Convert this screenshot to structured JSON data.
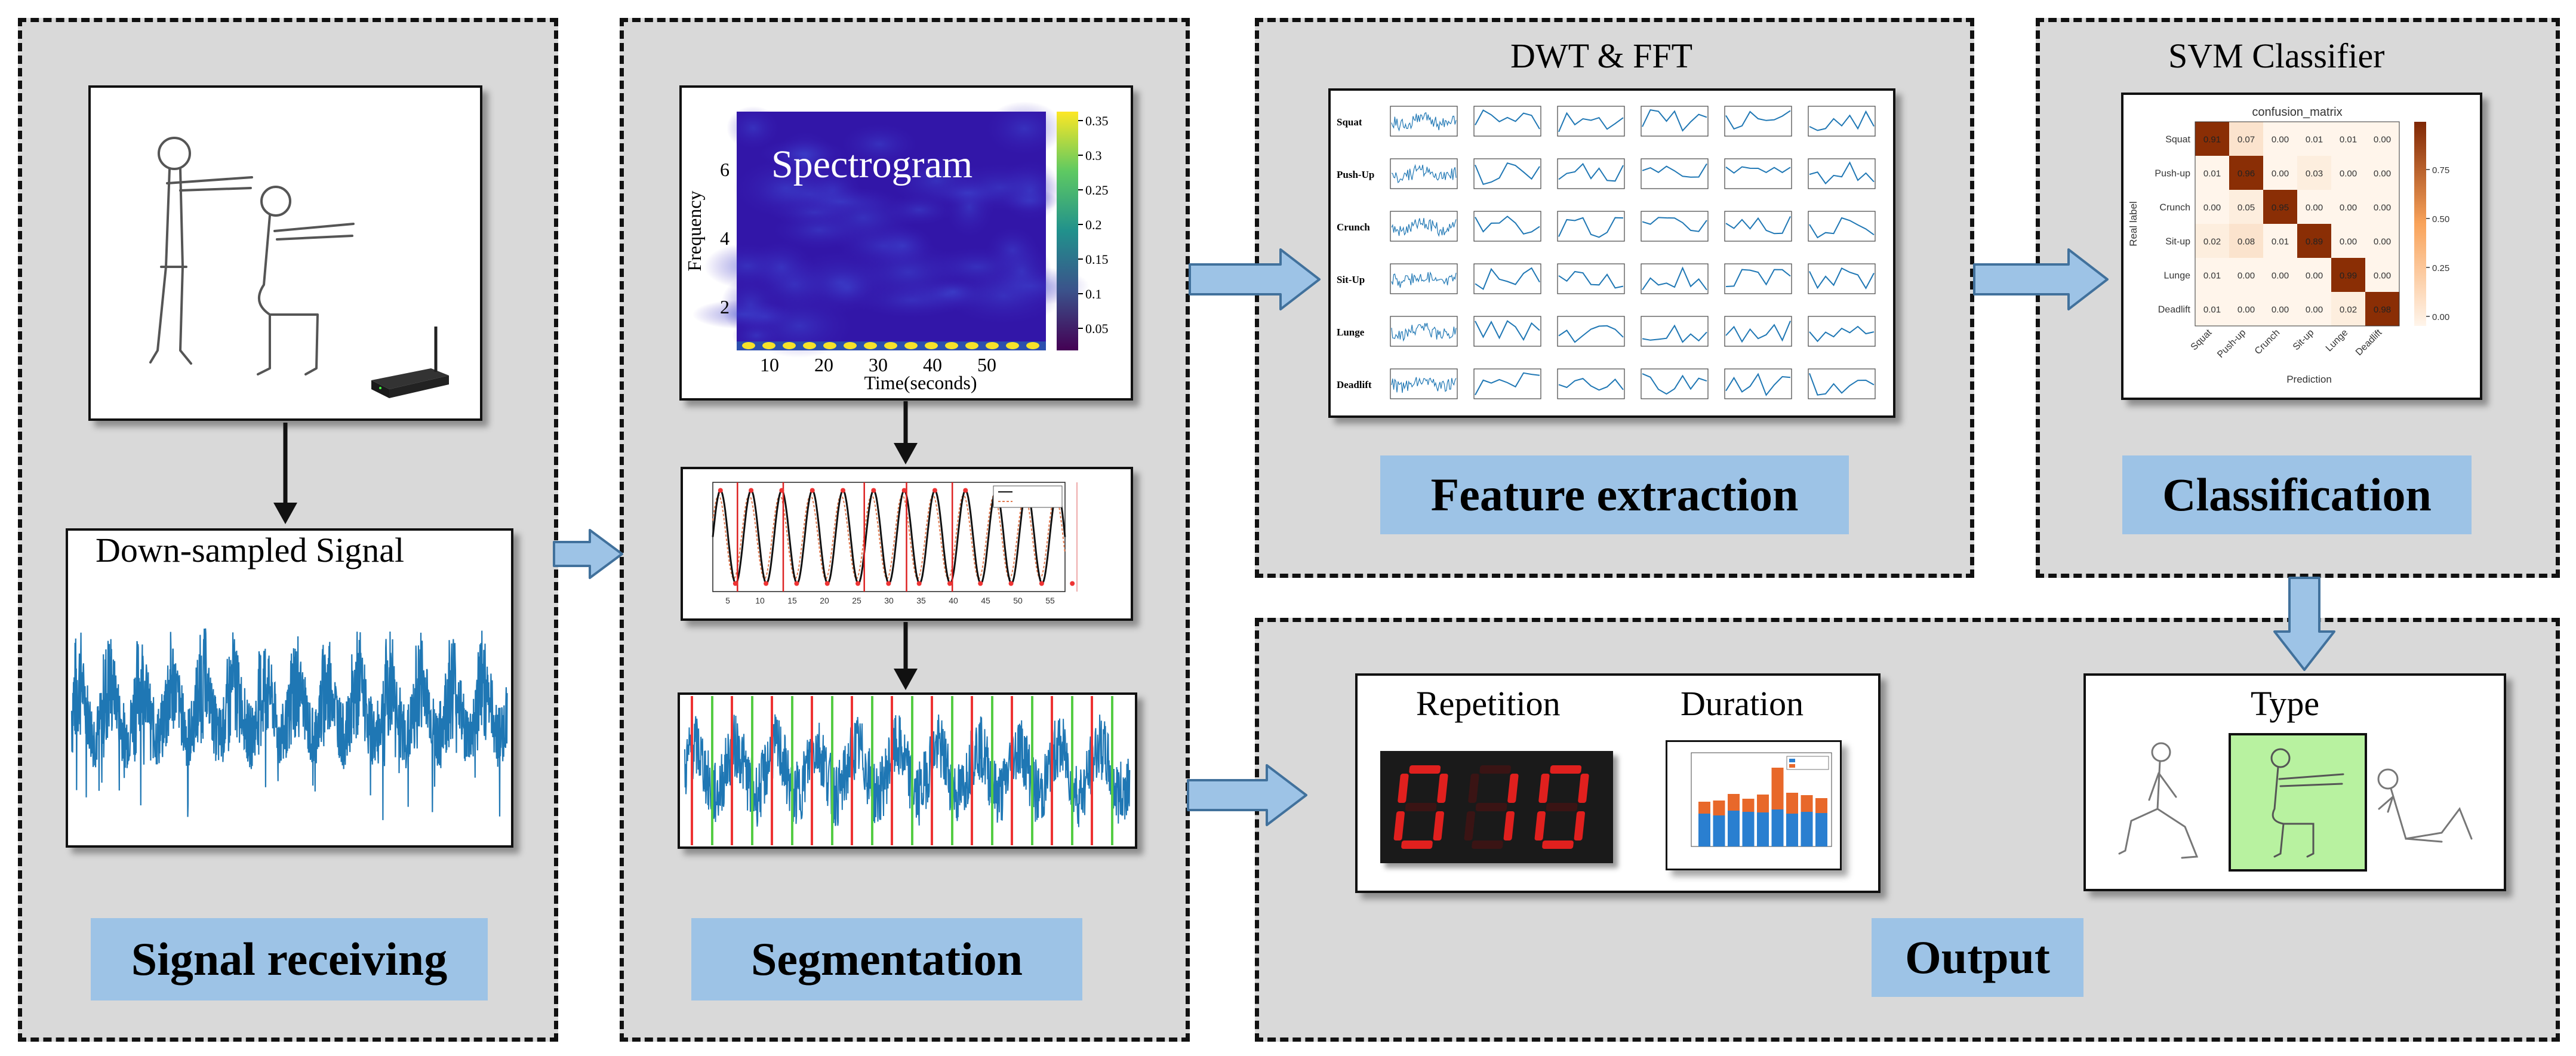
{
  "colors": {
    "panel_bg": "#d9d9d9",
    "label_bg": "#9dc3e6",
    "arrow_fill": "#9dc3e6",
    "signal_blue": "#1f77b4",
    "led_red": "#e0201e",
    "highlight_green": "#b8f2a0"
  },
  "panels": {
    "signal_receiving": {
      "label": "Signal receiving",
      "caption": "Down-sampled Signal"
    },
    "segmentation": {
      "label": "Segmentation",
      "spectrogram": {
        "title": "Spectrogram",
        "ylabel": "Frequency",
        "xlabel": "Time(seconds)",
        "xticks": [
          "10",
          "20",
          "30",
          "40",
          "50"
        ],
        "yticks": [
          "2",
          "4",
          "6"
        ],
        "cbar_ticks": [
          "0.35",
          "0.3",
          "0.25",
          "0.2",
          "0.15",
          "0.1",
          "0.05"
        ]
      },
      "segment_plot": {
        "xticks": [
          "5",
          "10",
          "15",
          "20",
          "25",
          "30",
          "35",
          "40",
          "45",
          "50",
          "55"
        ]
      }
    },
    "feature_extraction": {
      "title": "DWT & FFT",
      "label": "Feature extraction",
      "rows": [
        "Squat",
        "Push-Up",
        "Crunch",
        "Sit-Up",
        "Lunge",
        "Deadlift"
      ]
    },
    "classification": {
      "title": "SVM Classifier",
      "label": "Classification",
      "confusion": {
        "title": "confusion_matrix",
        "ylabel": "Real label",
        "xlabel": "Prediction",
        "labels": [
          "Squat",
          "Push-up",
          "Crunch",
          "Sit-up",
          "Lunge",
          "Deadlift"
        ],
        "matrix": [
          [
            "0.91",
            "0.07",
            "0.00",
            "0.01",
            "0.01",
            "0.00"
          ],
          [
            "0.01",
            "0.96",
            "0.00",
            "0.03",
            "0.00",
            "0.00"
          ],
          [
            "0.00",
            "0.05",
            "0.95",
            "0.00",
            "0.00",
            "0.00"
          ],
          [
            "0.02",
            "0.08",
            "0.01",
            "0.89",
            "0.00",
            "0.00"
          ],
          [
            "0.01",
            "0.00",
            "0.00",
            "0.00",
            "0.99",
            "0.00"
          ],
          [
            "0.01",
            "0.00",
            "0.00",
            "0.00",
            "0.02",
            "0.98"
          ]
        ],
        "cbar_ticks": [
          "0.75",
          "0.50",
          "0.25",
          "0.00"
        ]
      }
    },
    "output": {
      "label": "Output",
      "repetition_title": "Repetition",
      "repetition_value": "010",
      "duration_title": "Duration",
      "type_title": "Type"
    }
  }
}
